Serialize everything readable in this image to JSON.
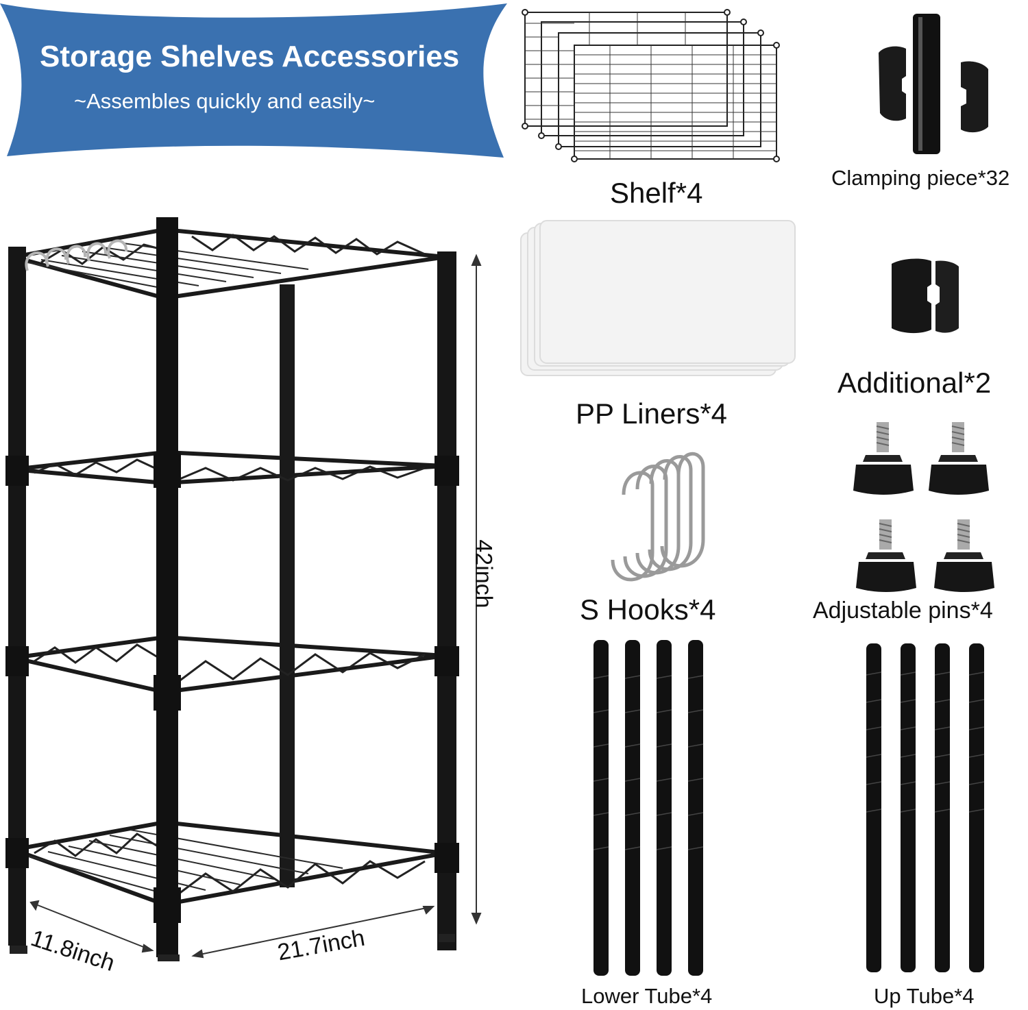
{
  "banner": {
    "title": "Storage Shelves Accessories",
    "subtitle": "~Assembles quickly and easily~",
    "color": "#3a71b0"
  },
  "parts": {
    "shelf": "Shelf*4",
    "clamping_piece": "Clamping piece*32",
    "pp_liners": "PP Liners*4",
    "additional": "Additional*2",
    "s_hooks": "S Hooks*4",
    "adjustable_pins": "Adjustable pins*4",
    "lower_tube": "Lower Tube*4",
    "up_tube": "Up Tube*4"
  },
  "dimensions": {
    "height": "42inch",
    "depth": "11.8inch",
    "width": "21.7inch"
  }
}
